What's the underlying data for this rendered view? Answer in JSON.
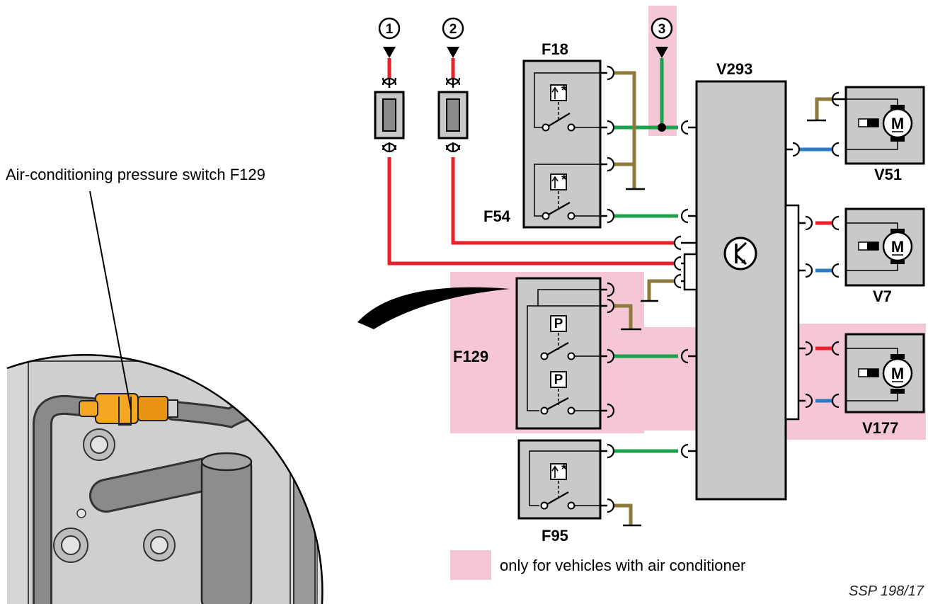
{
  "callout_label": "Air-conditioning pressure switch F129",
  "components": {
    "f18": "F18",
    "f54": "F54",
    "f129": "F129",
    "f95": "F95",
    "v293": "V293",
    "v51": "V51",
    "v7": "V7",
    "v177": "V177"
  },
  "inputs": [
    "1",
    "2",
    "3"
  ],
  "motor_symbol": "M",
  "pressure_symbol": "P",
  "thermo_symbol": "*",
  "legend": {
    "text": "only for vehicles with air conditioner",
    "color": "#f5c6d6"
  },
  "ref": "SSP 198/17",
  "wire_colors": {
    "red": "#e8202a",
    "green": "#1aa34a",
    "blue": "#2b7bc4",
    "brown": "#8e7a3c"
  }
}
